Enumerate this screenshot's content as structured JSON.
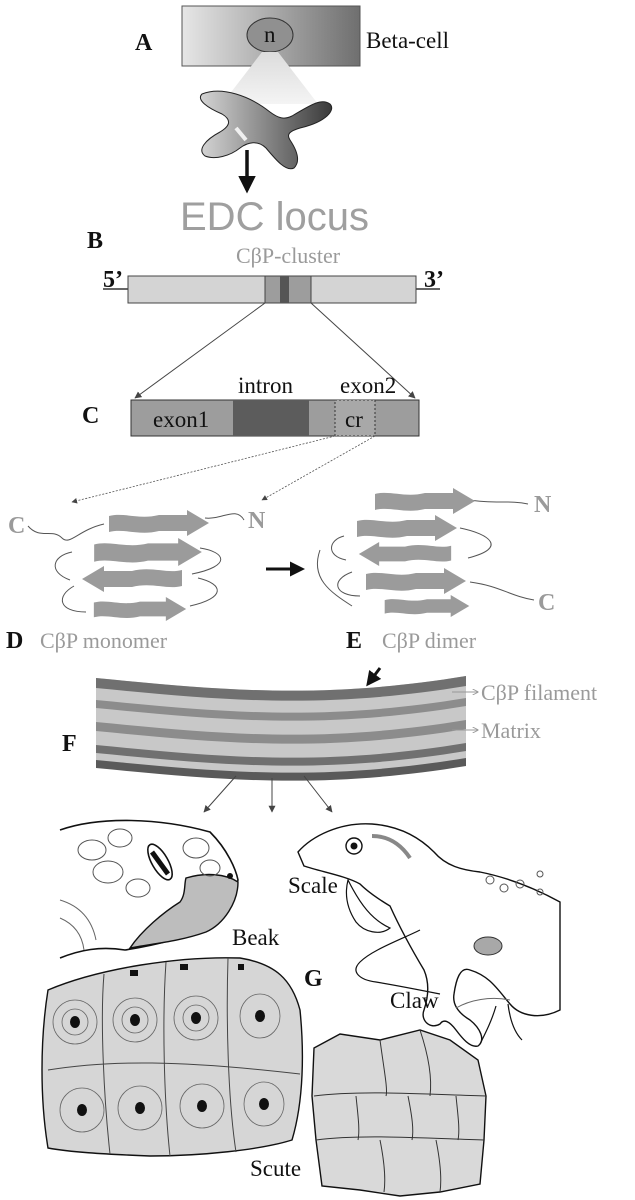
{
  "panels": {
    "A": "A",
    "B": "B",
    "C": "C",
    "D": "D",
    "E": "E",
    "F": "F",
    "G": "G"
  },
  "cell": {
    "label": "Beta-cell",
    "nucleus": "n"
  },
  "locus": {
    "title": "EDC locus",
    "cluster": "CβP-cluster",
    "five_prime": "5’",
    "three_prime": "3’"
  },
  "gene": {
    "exon1": "exon1",
    "intron": "intron",
    "exon2": "exon2",
    "cr": "cr"
  },
  "protein": {
    "monomer": "CβP monomer",
    "dimer": "CβP dimer",
    "n_term": "N",
    "c_term": "C"
  },
  "filament": {
    "filament_label": "CβP filament",
    "matrix_label": "Matrix"
  },
  "structures": {
    "beak": "Beak",
    "scale": "Scale",
    "claw": "Claw",
    "scute": "Scute"
  },
  "colors": {
    "grey_text": "#9a9a9a",
    "strand": "#9b9b9b",
    "dark_band": "#6e6e6e",
    "light_band": "#c8c8c8"
  }
}
